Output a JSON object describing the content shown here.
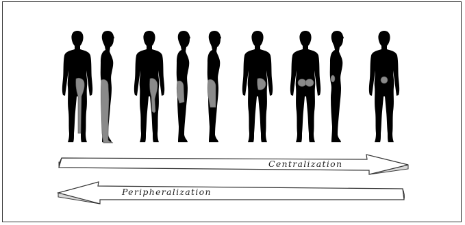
{
  "diagram": {
    "arrows": {
      "centralization_label": "Centralization",
      "peripheralization_label": "Peripheralization"
    },
    "figures": [
      {
        "view": "back",
        "pain": "buttock-full-leg"
      },
      {
        "view": "side",
        "pain": "full-leg"
      },
      {
        "view": "back",
        "pain": "buttock-thigh-calf"
      },
      {
        "view": "side",
        "pain": "thigh"
      },
      {
        "view": "side",
        "pain": "buttock-thigh"
      },
      {
        "view": "back",
        "pain": "buttock"
      },
      {
        "view": "back",
        "pain": "bilateral-buttock"
      },
      {
        "view": "side",
        "pain": "low-back"
      },
      {
        "view": "back",
        "pain": "central-low-back"
      }
    ]
  }
}
